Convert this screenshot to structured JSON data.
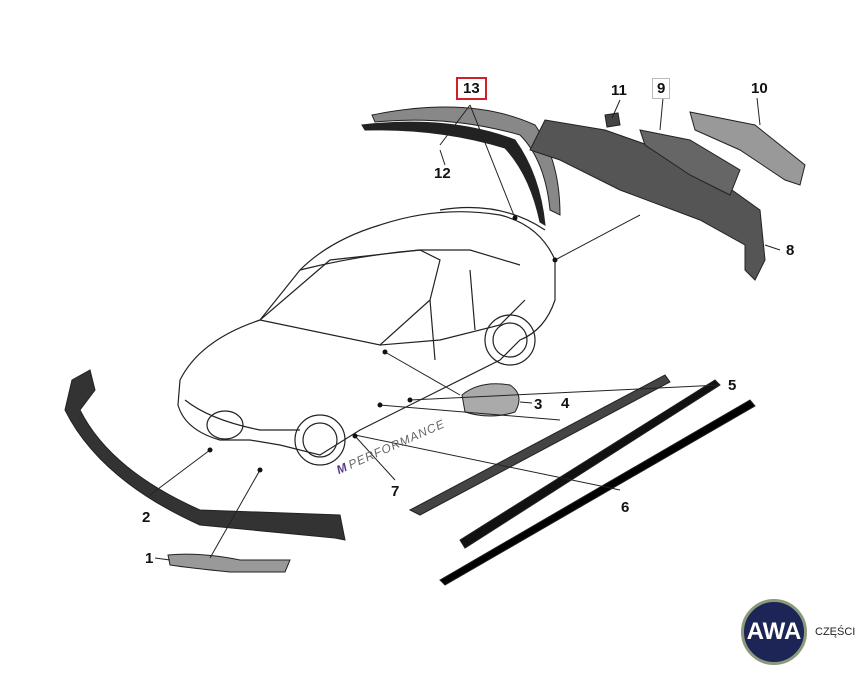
{
  "diagram": {
    "title": "BMW M Performance aero parts",
    "callouts": [
      "1",
      "2",
      "3",
      "4",
      "5",
      "6",
      "7",
      "8",
      "9",
      "10",
      "11",
      "12",
      "13"
    ],
    "highlighted_callout": "13",
    "badge_text": "PERFORMANCE",
    "badge_prefix": "M"
  },
  "logo": {
    "mark": "AWA",
    "subtitle": "CZĘŚCI",
    "color": "#1d2456"
  },
  "colors": {
    "highlight": "#d0202a"
  }
}
